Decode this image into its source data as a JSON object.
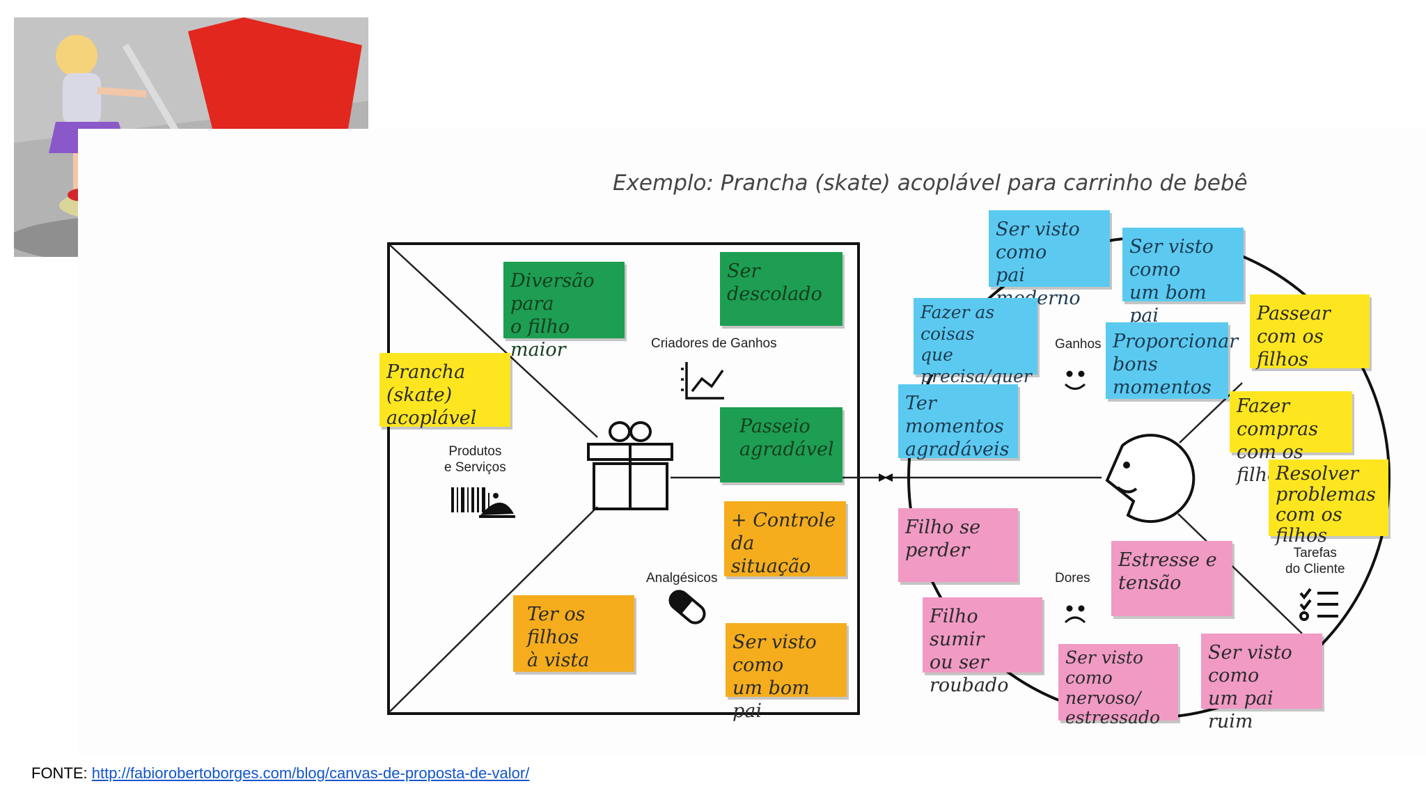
{
  "title": "Exemplo: Prancha (skate) acoplável para carrinho de bebê",
  "labels": {
    "gain_creators": "Criadores de Ganhos",
    "products": "Produtos\ne Serviços",
    "pain_relievers": "Analgésicos",
    "gains": "Ganhos",
    "pains": "Dores",
    "jobs": "Tarefas\ndo Cliente"
  },
  "notes": {
    "n1": "Diversão para\no filho maior",
    "n2": "Ser descolado",
    "n3": "Prancha (skate)\nacoplável",
    "n4": "Passeio\nagradável",
    "n5": "+ Controle da\nsituação",
    "n6": "Ter os filhos\nà vista",
    "n7": "Ser visto como\num bom pai",
    "n8": "Ser visto como\npai moderno",
    "n9": "Ser visto como\num bom pai",
    "n10": "Fazer as coisas\nque precisa/quer\nfazer",
    "n11": "Proporcionar\nbons momentos",
    "n12": "Passear\ncom os filhos",
    "n13": "Ter momentos\nagradáveis",
    "n14": "Fazer compras\ncom os filhos",
    "n15": "Resolver\nproblemas\ncom os filhos",
    "n16": "Filho se\nperder",
    "n17": "Estresse e\ntensão",
    "n18": "Filho sumir\nou ser roubado",
    "n19": "Ser visto como\nnervoso/\nestressado",
    "n20": "Ser visto como\num pai ruim"
  },
  "footer": {
    "prefix": "FONTE: ",
    "link": "http://fabiorobertoborges.com/blog/canvas-de-proposta-de-valor/"
  },
  "colors": {
    "green": "#1e9e52",
    "yellow": "#fde620",
    "orange": "#f5ad1d",
    "blue": "#5ccaf0",
    "pink": "#f09ac4"
  }
}
